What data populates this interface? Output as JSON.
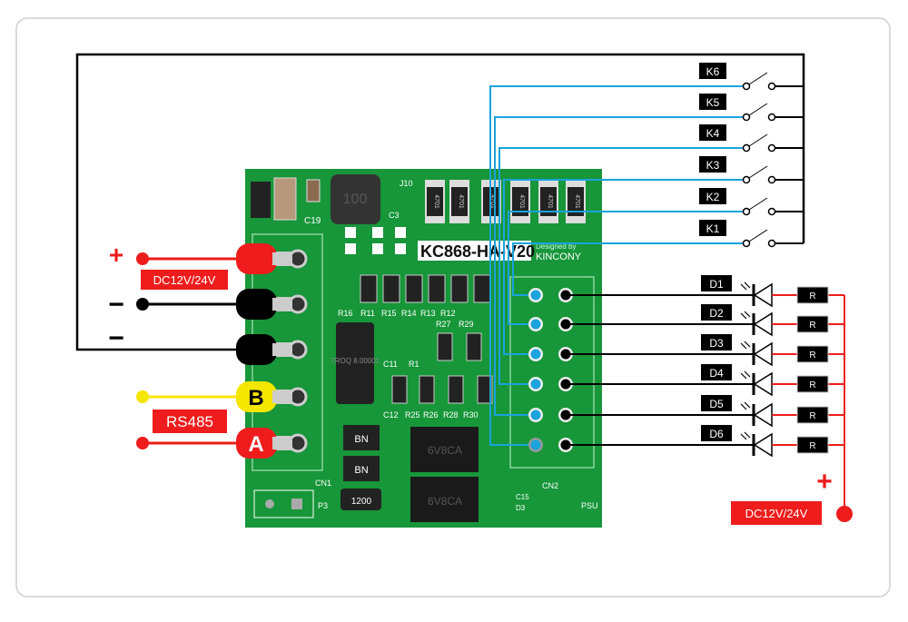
{
  "relays": [
    "K6",
    "K5",
    "K4",
    "K3",
    "K2",
    "K1"
  ],
  "leds": [
    "D1",
    "D2",
    "D3",
    "D4",
    "D5",
    "D6"
  ],
  "resistor_label": "R",
  "left": {
    "plus": "+",
    "minus1": "−",
    "minus2": "−",
    "power_label": "DC12V/24V",
    "bus_label": "RS485",
    "pin_b": "B",
    "pin_a": "A"
  },
  "right": {
    "plus": "+",
    "power_label": "DC12V/24V"
  },
  "board": {
    "model": "KC868-HA-V20",
    "designed_by": "Designed by",
    "brand": "KINCONY",
    "inductor": "100",
    "shunt": "TROQ 8.00001",
    "tvs": "6V8CA",
    "bn": "BN",
    "r1200": "1200",
    "silks": [
      "C19",
      "R16",
      "R11",
      "R15",
      "R14",
      "R13",
      "R12",
      "R27",
      "R29",
      "C11",
      "R1",
      "C12",
      "R25",
      "R26",
      "R28",
      "R30",
      "CN1",
      "P3",
      "CN2",
      "PSU",
      "C15",
      "D3",
      "J10",
      "C3"
    ],
    "res_code": "4701"
  },
  "colors": {
    "wire_blue": "#1aa3dc",
    "wire_red": "#ee1c1c",
    "wire_yellow": "#f5e600",
    "pcb": "#17963a",
    "label_bg": "#000000"
  }
}
